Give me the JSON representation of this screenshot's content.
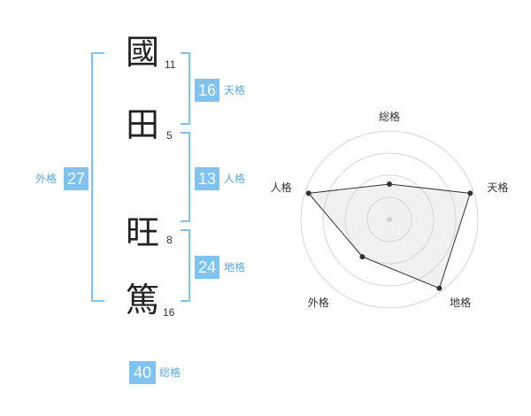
{
  "name": {
    "chars": [
      {
        "char": "國",
        "strokes": "11"
      },
      {
        "char": "田",
        "strokes": "5"
      },
      {
        "char": "旺",
        "strokes": "8"
      },
      {
        "char": "篤",
        "strokes": "16"
      }
    ]
  },
  "kaku": {
    "tenkaku": {
      "value": "16",
      "label": "天格"
    },
    "jinkaku": {
      "value": "13",
      "label": "人格"
    },
    "chikaku": {
      "value": "24",
      "label": "地格"
    },
    "gaikaku": {
      "value": "27",
      "label": "外格"
    },
    "soukaku": {
      "value": "40",
      "label": "総格"
    }
  },
  "colors": {
    "accent": "#7fc3f0",
    "accent_text": "#5aa9e6"
  },
  "chart_data": {
    "type": "radar",
    "axes": [
      "総格",
      "天格",
      "地格",
      "外格",
      "人格"
    ],
    "rings": 4,
    "values": [
      0.4,
      0.96,
      0.96,
      0.52,
      0.96
    ],
    "grid": true
  }
}
